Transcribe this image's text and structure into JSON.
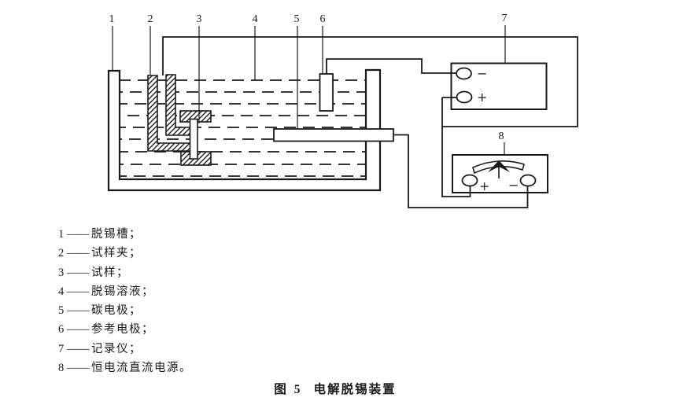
{
  "diagram": {
    "part_labels": [
      "1",
      "2",
      "3",
      "4",
      "5",
      "6",
      "7",
      "8"
    ],
    "recorder": {
      "neg_sign": "−",
      "pos_sign": "+"
    },
    "power_supply": {
      "pos_sign": "+",
      "neg_sign": "−"
    }
  },
  "legend": {
    "separator": "——",
    "items": [
      {
        "num": "1",
        "label": "脱锡槽；"
      },
      {
        "num": "2",
        "label": "试样夹；"
      },
      {
        "num": "3",
        "label": "试样；"
      },
      {
        "num": "4",
        "label": "脱锡溶液；"
      },
      {
        "num": "5",
        "label": "碳电极；"
      },
      {
        "num": "6",
        "label": "参考电极；"
      },
      {
        "num": "7",
        "label": "记录仪；"
      },
      {
        "num": "8",
        "label": "恒电流直流电源。"
      }
    ]
  },
  "caption": {
    "fig_no": "图 5",
    "title": "电解脱锡装置"
  },
  "colors": {
    "ink": "#1a1a1a",
    "paper": "#ffffff"
  }
}
